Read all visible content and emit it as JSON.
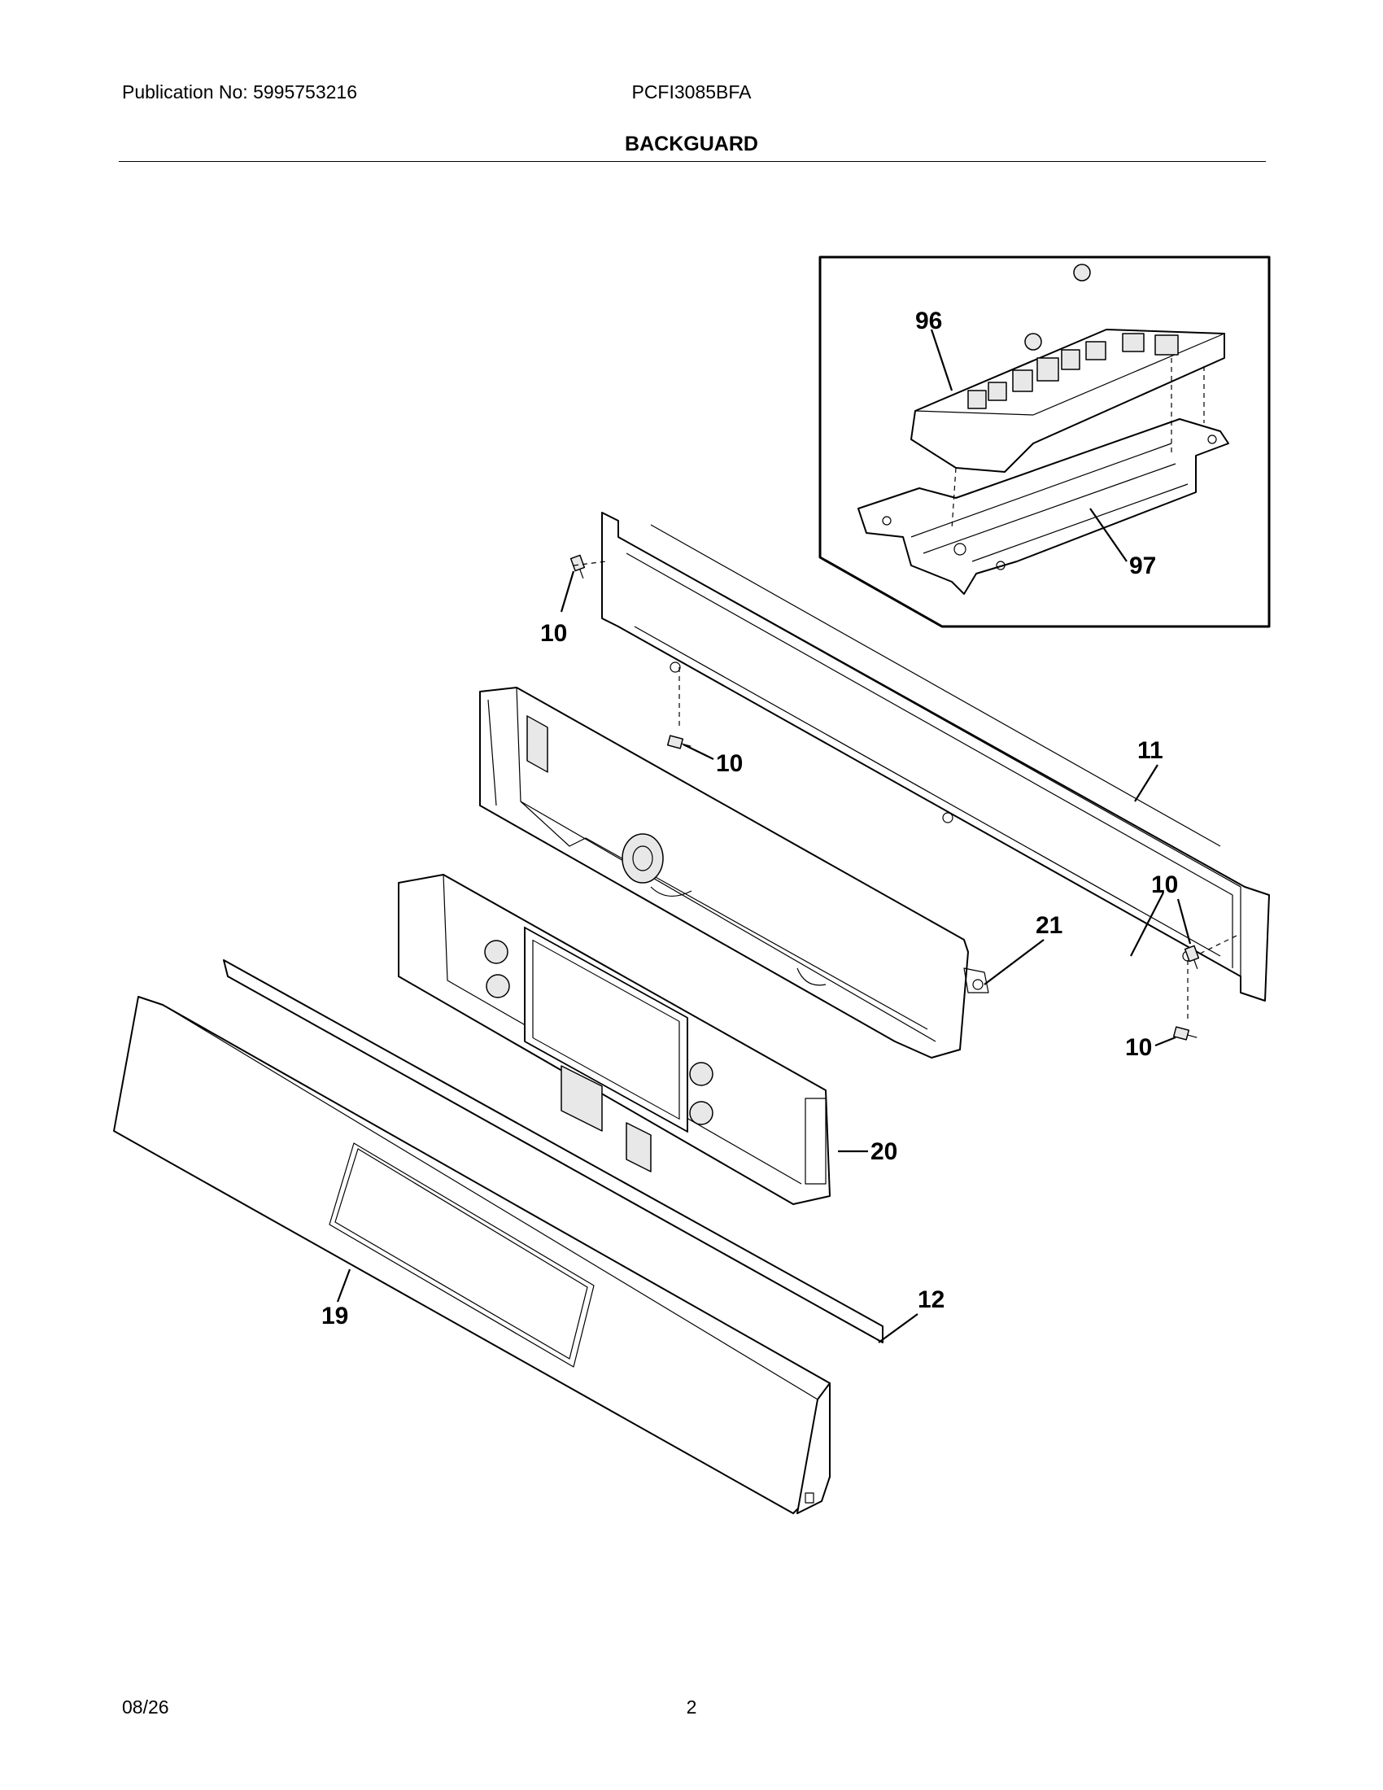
{
  "header": {
    "publication": "Publication No: 5995753216",
    "model": "PCFI3085BFA",
    "section_title": "BACKGUARD"
  },
  "footer": {
    "date": "08/26",
    "page_number": "2"
  },
  "diagram": {
    "callouts": {
      "c96": "96",
      "c97": "97",
      "c10a": "10",
      "c10b": "10",
      "c10c": "10",
      "c10d": "10",
      "c11": "11",
      "c21": "21",
      "c20": "20",
      "c12": "12",
      "c19": "19"
    }
  }
}
